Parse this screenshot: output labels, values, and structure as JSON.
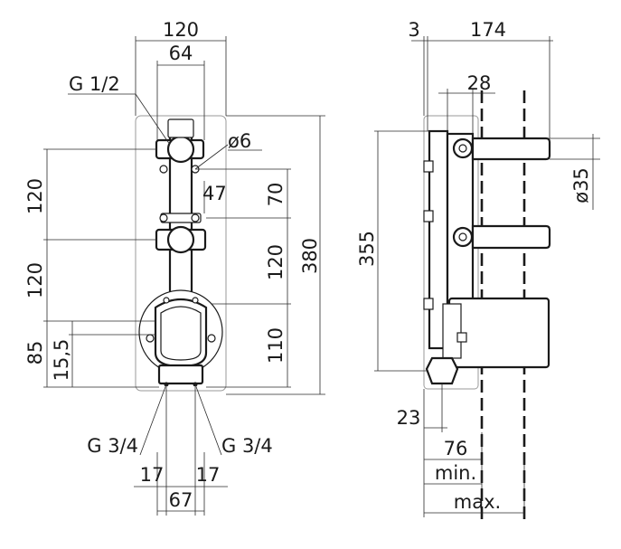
{
  "front_view": {
    "width_outer": "120",
    "width_inner": "64",
    "thread_top": "G 1/2",
    "hole_diameter": "ø6",
    "center_offset": "47",
    "height_upper": "120",
    "height_middle": "120",
    "offset_lower": "85",
    "offset_small": "15,5",
    "spacing_70": "70",
    "spacing_120": "120",
    "spacing_110": "110",
    "height_total": "380",
    "thread_left": "G 3/4",
    "thread_right": "G 3/4",
    "bottom_left": "17",
    "bottom_right": "17",
    "bottom_total": "67"
  },
  "side_view": {
    "offset_top": "3",
    "depth_total": "174",
    "depth_28": "28",
    "diameter_35": "ø35",
    "height_355": "355",
    "depth_23": "23",
    "depth_76": "76",
    "min_label": "min.",
    "max_label": "max."
  }
}
